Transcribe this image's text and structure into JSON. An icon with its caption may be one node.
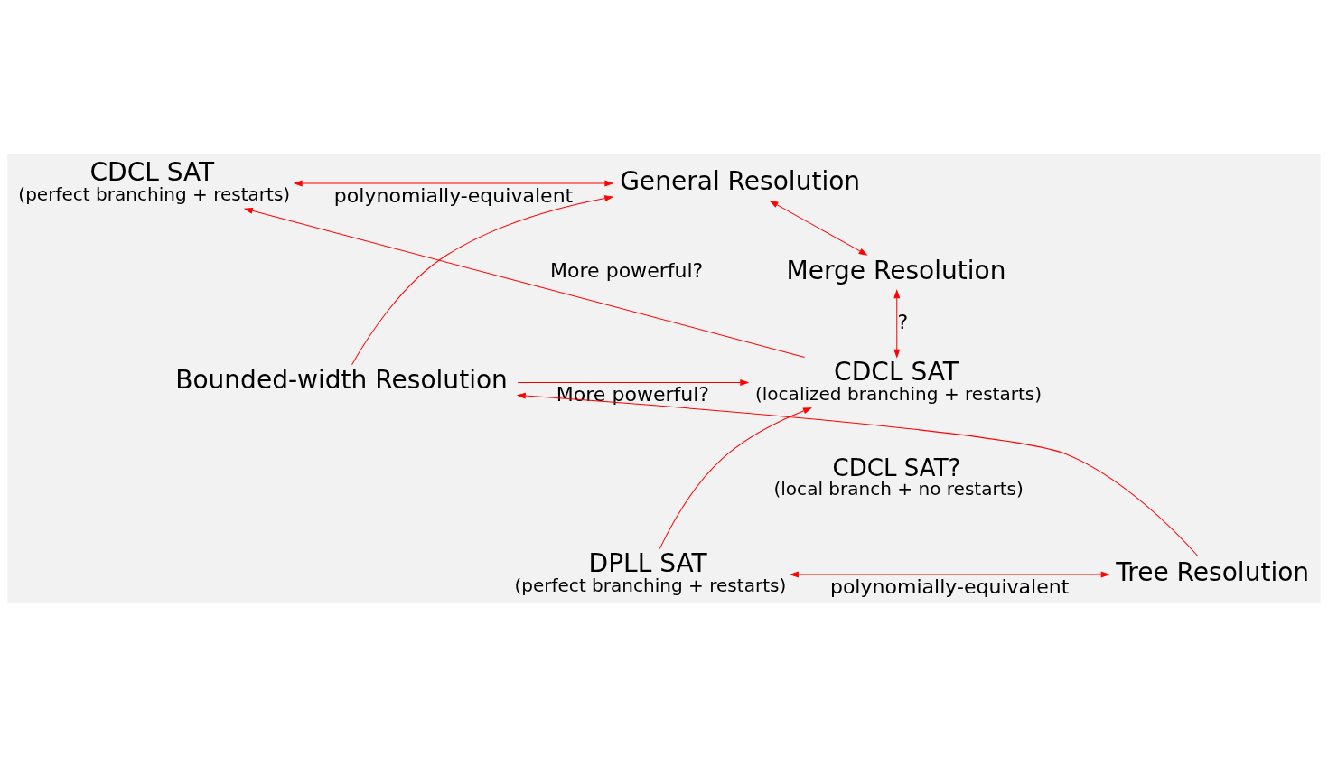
{
  "diagram": {
    "nodes": [
      {
        "text": [
          "CDCL SAT",
          "(perfect branching + restarts)"
        ]
      },
      {
        "text": [
          "General Resolution"
        ]
      },
      {
        "text": [
          "Merge Resolution"
        ]
      },
      {
        "text": [
          "CDCL SAT",
          "(localized branching + restarts)"
        ]
      },
      {
        "text": [
          "Bounded-width Resolution"
        ]
      },
      {
        "text": [
          "DPLL SAT",
          "(perfect branching + restarts)"
        ]
      },
      {
        "text": [
          "Tree Resolution"
        ]
      }
    ],
    "edges": [
      {
        "from": 0,
        "to": 1,
        "arrow": "both",
        "label": "polynomially-equivalent"
      },
      {
        "from": 1,
        "to": 2,
        "arrow": "both"
      },
      {
        "from": 3,
        "to": 0,
        "arrow": "to",
        "label": "More powerful?"
      },
      {
        "from": 3,
        "to": 2,
        "arrow": "both",
        "label": "?"
      },
      {
        "from": 4,
        "to": 3,
        "arrow": "to",
        "label": "More powerful?"
      },
      {
        "from": 4,
        "to": 1,
        "arrow": "to"
      },
      {
        "from": 6,
        "to": 4,
        "arrow": "to"
      },
      {
        "from": 5,
        "to": 3,
        "arrow": "to"
      },
      {
        "from": 5,
        "to": 6,
        "arrow": "both",
        "label": "polynomially-equivalent"
      }
    ],
    "labels": [
      "CDCL SAT?",
      "(local branch + no restarts)"
    ]
  }
}
